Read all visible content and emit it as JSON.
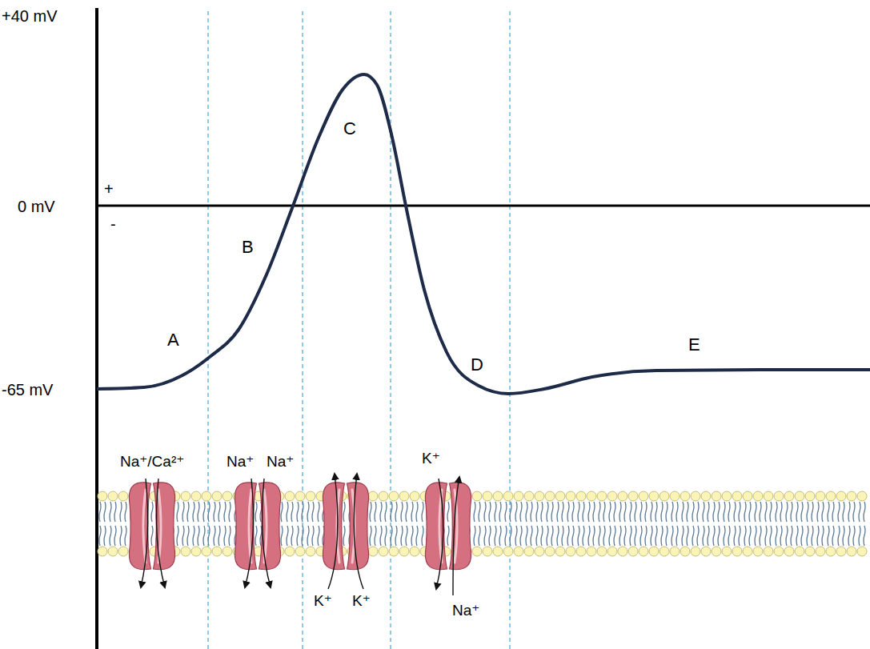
{
  "diagram": {
    "labels": [
      "+40 mV",
      "0 mV",
      "-65 mV",
      "+",
      "-",
      "A",
      "B",
      "C",
      "D",
      "E",
      "Na⁺/Ca²⁺",
      "Na⁺",
      "Na⁺",
      "K⁺",
      "K⁺",
      "K⁺",
      "Na⁺"
    ]
  }
}
